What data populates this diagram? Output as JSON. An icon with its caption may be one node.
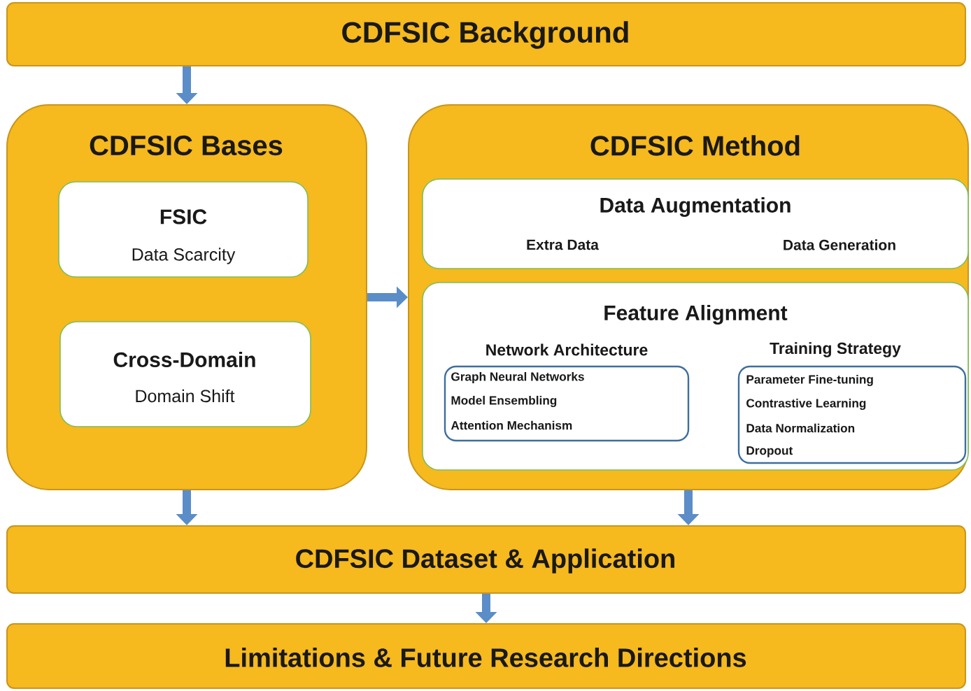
{
  "diagram": {
    "nodes": [
      {
        "text": [
          "CDFSIC Background"
        ]
      },
      {
        "text": [
          "CDFSIC Bases"
        ]
      },
      {
        "text": [
          "FSIC",
          "Data Scarcity"
        ],
        "in": 1
      },
      {
        "text": [
          "Cross-Domain",
          "Domain Shift"
        ],
        "in": 1
      },
      {
        "text": [
          "CDFSIC Method"
        ]
      },
      {
        "text": [
          "Data Augmentation",
          "Extra Data",
          "Data Generation"
        ],
        "in": 4
      },
      {
        "text": [
          "Feature Alignment"
        ],
        "in": 4
      },
      {
        "text": [
          "Network Architecture",
          "Graph Neural Networks",
          "Model Ensembling",
          "Attention Mechanism"
        ],
        "in": 6
      },
      {
        "text": [
          "Training Strategy",
          "Parameter Fine-tuning",
          "Contrastive Learning",
          "Data Normalization",
          "Dropout"
        ],
        "in": 6
      },
      {
        "text": [
          "CDFSIC Dataset & Application"
        ]
      },
      {
        "text": [
          "Limitations & Future Research Directions"
        ]
      }
    ],
    "edges": [
      {
        "from": 0,
        "to": 1,
        "arrow": "to"
      },
      {
        "from": 1,
        "to": 4,
        "arrow": "to"
      },
      {
        "from": 1,
        "to": 9,
        "arrow": "to"
      },
      {
        "from": 4,
        "to": 9,
        "arrow": "to"
      },
      {
        "from": 9,
        "to": 10,
        "arrow": "to"
      }
    ]
  }
}
